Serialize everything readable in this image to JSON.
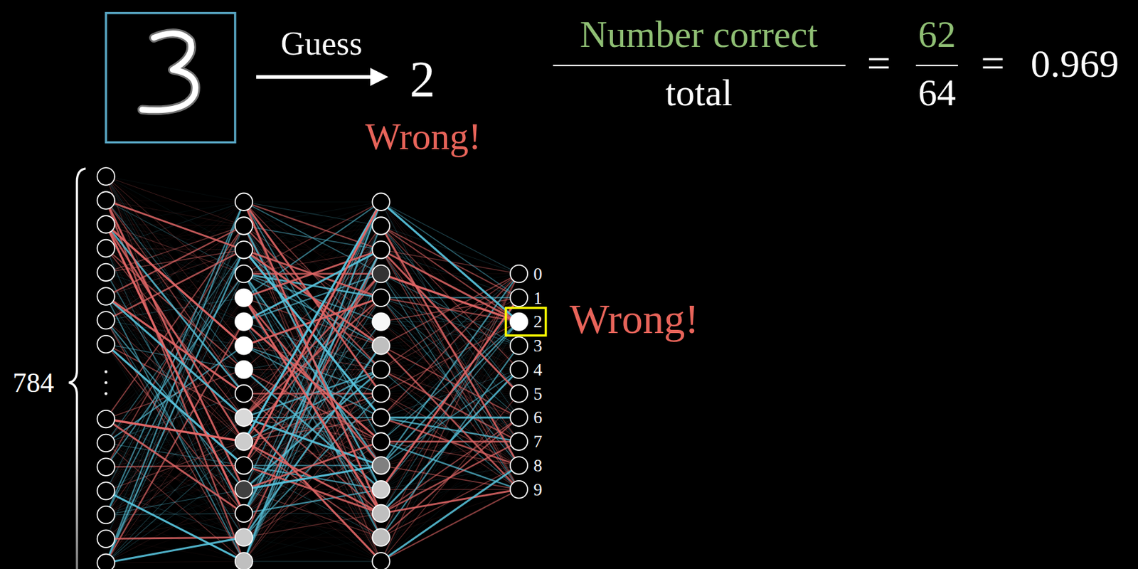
{
  "diagram": {
    "labels": [
      "Guess",
      "2",
      "Wrong!",
      "Number correct",
      "total",
      "=",
      "62",
      "64",
      "=",
      "0.969",
      "784",
      "0",
      "1",
      "2",
      "3",
      "4",
      "5",
      "6",
      "7",
      "8",
      "9",
      "Wrong!"
    ]
  }
}
